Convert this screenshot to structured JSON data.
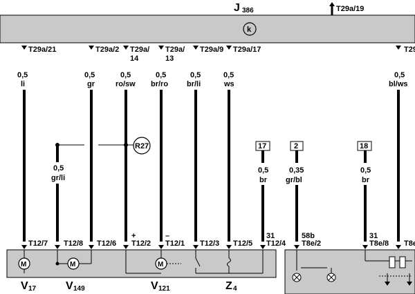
{
  "header": {
    "module_id": "J",
    "module_sub": "386",
    "top_connector": "T29a/19",
    "module_symbol": "k"
  },
  "wires": [
    {
      "pin": "T29a/21",
      "pin2": "",
      "size": "0,5",
      "color": "li",
      "bottom_pin": "T12/7"
    },
    {
      "pin": "T29a/2",
      "pin2": "",
      "size": "0,5",
      "color": "gr",
      "bottom_pin": "T12/6"
    },
    {
      "pin": "T29a/",
      "pin2": "14",
      "size": "0,5",
      "color": "ro/sw",
      "bottom_pin": "T12/2",
      "sign": "+"
    },
    {
      "pin": "T29a/",
      "pin2": "13",
      "size": "0,5",
      "color": "br/ro",
      "bottom_pin": "T12/1",
      "sign": "–"
    },
    {
      "pin": "T29a/9",
      "pin2": "",
      "size": "0,5",
      "color": "br/li",
      "bottom_pin": "T12/3"
    },
    {
      "pin": "T29a/17",
      "pin2": "",
      "size": "0,5",
      "color": "ws",
      "bottom_pin": "T12/5"
    },
    {
      "pin": "T29",
      "pin2": "",
      "size": "0,5",
      "color": "bl/ws",
      "bottom_pin": "T8e"
    }
  ],
  "branch_wire": {
    "size": "0,5",
    "color": "gr/li",
    "bottom_pin": "T12/8"
  },
  "relay_ref": "R27",
  "ref_wires": [
    {
      "ref": "17",
      "size": "0,5",
      "color": "br",
      "term": "31",
      "bottom_pin": "T12/4"
    },
    {
      "ref": "2",
      "size": "0,35",
      "color": "gr/bl",
      "term": "58b",
      "bottom_pin": "T8e/2"
    },
    {
      "ref": "18",
      "size": "0,5",
      "color": "br",
      "term": "31",
      "bottom_pin": "T8e/8"
    }
  ],
  "components": [
    {
      "id": "V",
      "sub": "17"
    },
    {
      "id": "V",
      "sub": "149"
    },
    {
      "id": "V",
      "sub": "121"
    },
    {
      "id": "Z",
      "sub": "4"
    }
  ],
  "motor_symbol": "M"
}
